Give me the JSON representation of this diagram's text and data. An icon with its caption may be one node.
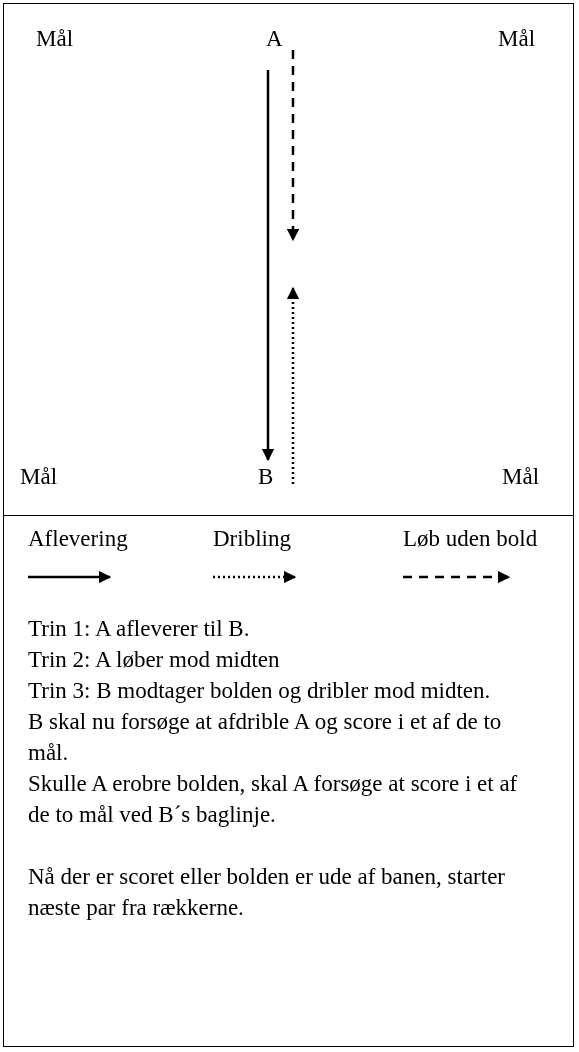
{
  "diagram": {
    "nodes": [
      {
        "text": [
          "A"
        ]
      },
      {
        "text": [
          "B"
        ]
      }
    ],
    "edges": [
      {
        "from": 0,
        "to": 1,
        "arrow": "to"
      },
      {
        "from": 0,
        "to": null,
        "arrow": "to",
        "style": "dashed"
      },
      {
        "from": 1,
        "to": null,
        "arrow": "to",
        "style": "dashed"
      }
    ],
    "labels": [
      "Mål",
      "Mål",
      "Mål",
      "Mål",
      "Trin 1: A afleverer til B.",
      "Trin 2: A løber mod midten",
      "Trin 3: B modtager bolden og dribler mod midten.",
      "B skal nu forsøge at afdrible A og score i et af de to mål.",
      "Skulle A erobre bolden, skal A forsøge at score i et af de to mål ved B´s baglinje.",
      "Nå der er scoret eller bolden er ude af banen, starter næste par fra rækkerne."
    ],
    "legend": [
      {
        "text": "Aflevering"
      },
      {
        "text": "Dribling"
      },
      {
        "text": "Løb uden bold"
      }
    ]
  }
}
